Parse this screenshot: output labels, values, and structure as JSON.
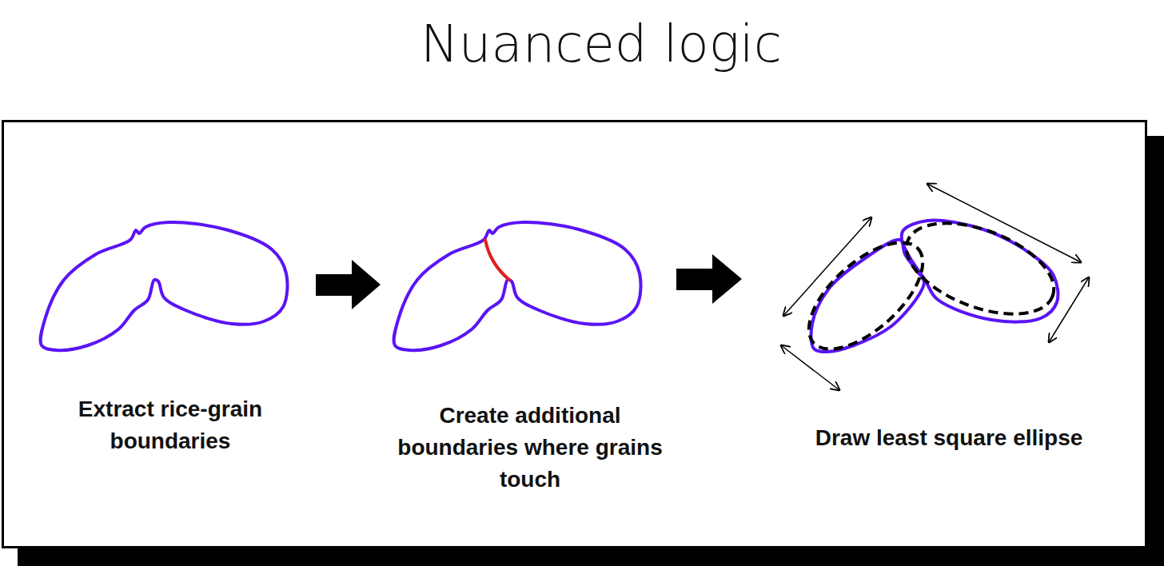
{
  "diagram": {
    "title": "Nuanced logic",
    "nodes": [
      {
        "text": [
          "Extract rice-grain boundaries",
          "Create additional boundaries where grains touch",
          "Draw least square ellipse"
        ]
      }
    ]
  }
}
